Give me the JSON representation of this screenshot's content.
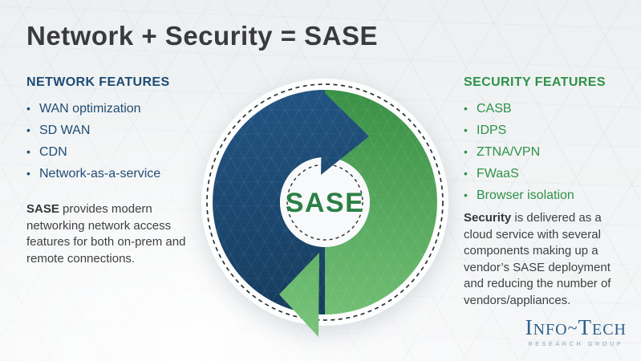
{
  "slide": {
    "title": "Network + Security = SASE"
  },
  "ui": {
    "bullet": "•"
  },
  "colors": {
    "title_text": "#3a3a3c",
    "navy": "#1d4b74",
    "green": "#2e9148",
    "ring_navy": "#1e4d77",
    "ring_green": "#4aa24f",
    "center_label_green": "#2b8045",
    "logo_blue": "#2e6089",
    "background": "#f1f3f4"
  },
  "network": {
    "heading": "NETWORK FEATURES",
    "items": [
      "WAN optimization",
      "SD WAN",
      "CDN",
      "Network-as-a-service"
    ],
    "note": {
      "lead": "SASE",
      "rest": " provides modern networking network access features for both on-prem and remote connections."
    }
  },
  "security": {
    "heading": "SECURITY FEATURES",
    "items": [
      "CASB",
      "IDPS",
      "ZTNA/VPN",
      "FWaaS",
      "Browser isolation"
    ],
    "note": {
      "lead": "Security",
      "rest": " is delivered as a cloud service with several components making up a vendor’s SASE deployment and reducing the number of vendors/appliances."
    }
  },
  "diagram": {
    "center_label": "SASE",
    "left_arrow": "network",
    "right_arrow": "security"
  },
  "logo": {
    "word1_initial": "I",
    "word1_rest": "NFO",
    "separator": "~",
    "word2_initial": "T",
    "word2_rest": "ECH",
    "subtitle": "RESEARCH GROUP"
  }
}
